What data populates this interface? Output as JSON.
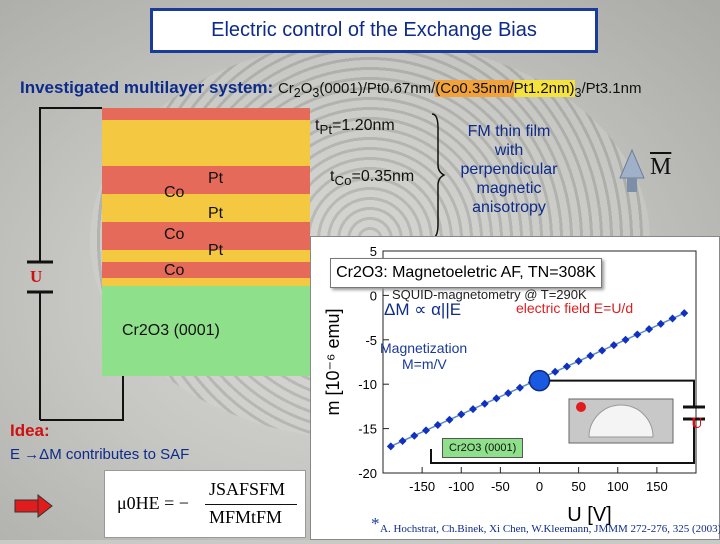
{
  "title": "Electric control of the Exchange Bias",
  "system": {
    "label": "Investigated multilayer system:",
    "formula_pre": "Cr",
    "formula_sub2": "2",
    "formula_o": "O",
    "formula_sub3": "3",
    "formula_mid": "(0001)/Pt0.67nm/",
    "formula_hl": "(Co0.35nm/",
    "formula_hl2": "Pt1.2nm)",
    "formula_sub3b": "3",
    "formula_end": "/Pt3.1nm"
  },
  "stack": {
    "co_label": "Co",
    "pt_label": "Pt",
    "substrate": "Cr2O3 (0001)",
    "u_label": "U"
  },
  "thickness": {
    "tpt": "t",
    "tpt_sub": "Pt",
    "tpt_val": "=1.20nm",
    "tco": "t",
    "tco_sub": "Co",
    "tco_val": "=0.35nm"
  },
  "fm_note": [
    "FM thin film",
    "with",
    "perpendicular",
    "magnetic",
    "anisotropy"
  ],
  "m_label": "M",
  "plot": {
    "header": "Cr2O3: Magnetoeletric AF, TN=308K",
    "squid": "SQUID-magnetometry @ T=290K",
    "relation": "ΔM ∝ α||E",
    "efield": "electric field E=U/d",
    "magnetization": "Magnetization",
    "m_eq": "M=m/V",
    "yaxis": "m [10⁻⁶ emu]",
    "xaxis": "U [V]",
    "u_right": "U",
    "inset_label": "Cr2O3 (0001)",
    "reference": "A. Hochstrat, Ch.Binek, Xi Chen, W.Kleemann, JMMM 272-276, 325 (2003)",
    "star": "*"
  },
  "chart_data": {
    "type": "scatter",
    "xlabel": "U [V]",
    "ylabel": "m [10⁻⁶ emu]",
    "xlim": [
      -200,
      200
    ],
    "ylim": [
      -20,
      5
    ],
    "xticks": [
      -150,
      -100,
      -50,
      0,
      50,
      100,
      150
    ],
    "yticks": [
      5,
      0,
      -5,
      -10,
      -15,
      -20
    ],
    "x": [
      -190,
      -175,
      -160,
      -145,
      -130,
      -115,
      -100,
      -85,
      -70,
      -55,
      -40,
      -25,
      -10,
      5,
      20,
      35,
      50,
      65,
      80,
      95,
      110,
      125,
      140,
      155,
      170,
      185
    ],
    "y": [
      -17.0,
      -16.4,
      -15.8,
      -15.2,
      -14.6,
      -14.0,
      -13.4,
      -12.8,
      -12.2,
      -11.6,
      -11.0,
      -10.4,
      -9.8,
      -9.2,
      -8.6,
      -8.0,
      -7.4,
      -6.8,
      -6.2,
      -5.6,
      -5.0,
      -4.4,
      -3.8,
      -3.2,
      -2.6,
      -2.0
    ],
    "highlight": {
      "x": 0,
      "y": -9.6
    }
  },
  "idea": {
    "label": "Idea:",
    "line": "E →ΔM contributes to  SAF",
    "eq_lhs": "μ0HE = −",
    "eq_num": "JSAFSFM",
    "eq_den": "MFMtFM"
  },
  "colors": {
    "co": "#e56a5a",
    "pt": "#f5c842",
    "substrate": "#8fe08a",
    "accent": "#1a3a9c",
    "red": "#e01c1c"
  }
}
